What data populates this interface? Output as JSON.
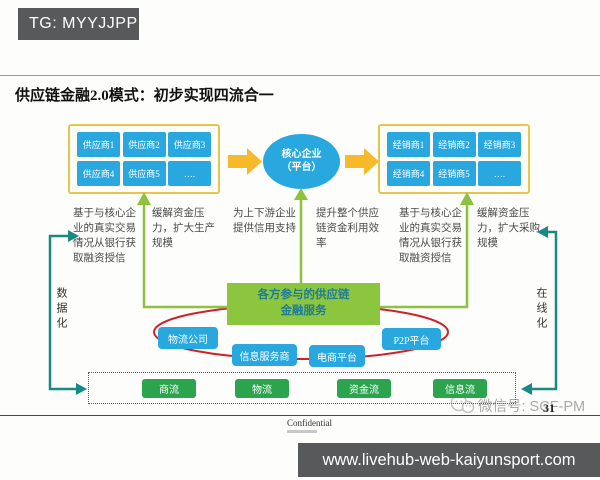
{
  "page": {
    "top_banner": "TG: MYYJJPP",
    "bottom_banner": "www.livehub-web-kaiyunsport.com"
  },
  "slide": {
    "title": "供应链金融2.0模式：初步实现四流合一",
    "confidential": "Confidential",
    "page_number": "31",
    "watermark_text": "微信号: SCF-PM"
  },
  "diagram": {
    "suppliers": {
      "items": [
        "供应商1",
        "供应商2",
        "供应商3",
        "供应商4",
        "供应商5",
        "…."
      ]
    },
    "core": {
      "line1": "核心企业",
      "line2": "（平台）"
    },
    "dealers": {
      "items": [
        "经销商1",
        "经销商2",
        "经销商3",
        "经销商4",
        "经销商5",
        "…."
      ]
    },
    "notes": [
      "基于与核心企业的真实交易情况从银行获取融资授信",
      "缓解资金压力，扩大生产规模",
      "为上下游企业提供信用支持",
      "提升整个供应链资金利用效率",
      "基于与核心企业的真实交易情况从银行获取融资授信",
      "缓解资金压力，扩大采购规模"
    ],
    "side_left": "数据化",
    "side_right": "在线化",
    "hub": {
      "line1": "各方参与的供应链",
      "line2": "金融服务"
    },
    "participants": [
      "物流公司",
      "信息服务商",
      "电商平台",
      "P2P平台"
    ],
    "flows": [
      "商流",
      "物流",
      "资金流",
      "信息流"
    ]
  },
  "colors": {
    "banner_gray": "#58595b",
    "blue": "#29a8e0",
    "gold_border": "#e6c44f",
    "yellow_arrow": "#f5b929",
    "green_line": "#8fc140",
    "hub_green": "#8cc63f",
    "flow_green": "#2ca44e",
    "teal": "#178a82",
    "red_loop": "#cc2229"
  }
}
